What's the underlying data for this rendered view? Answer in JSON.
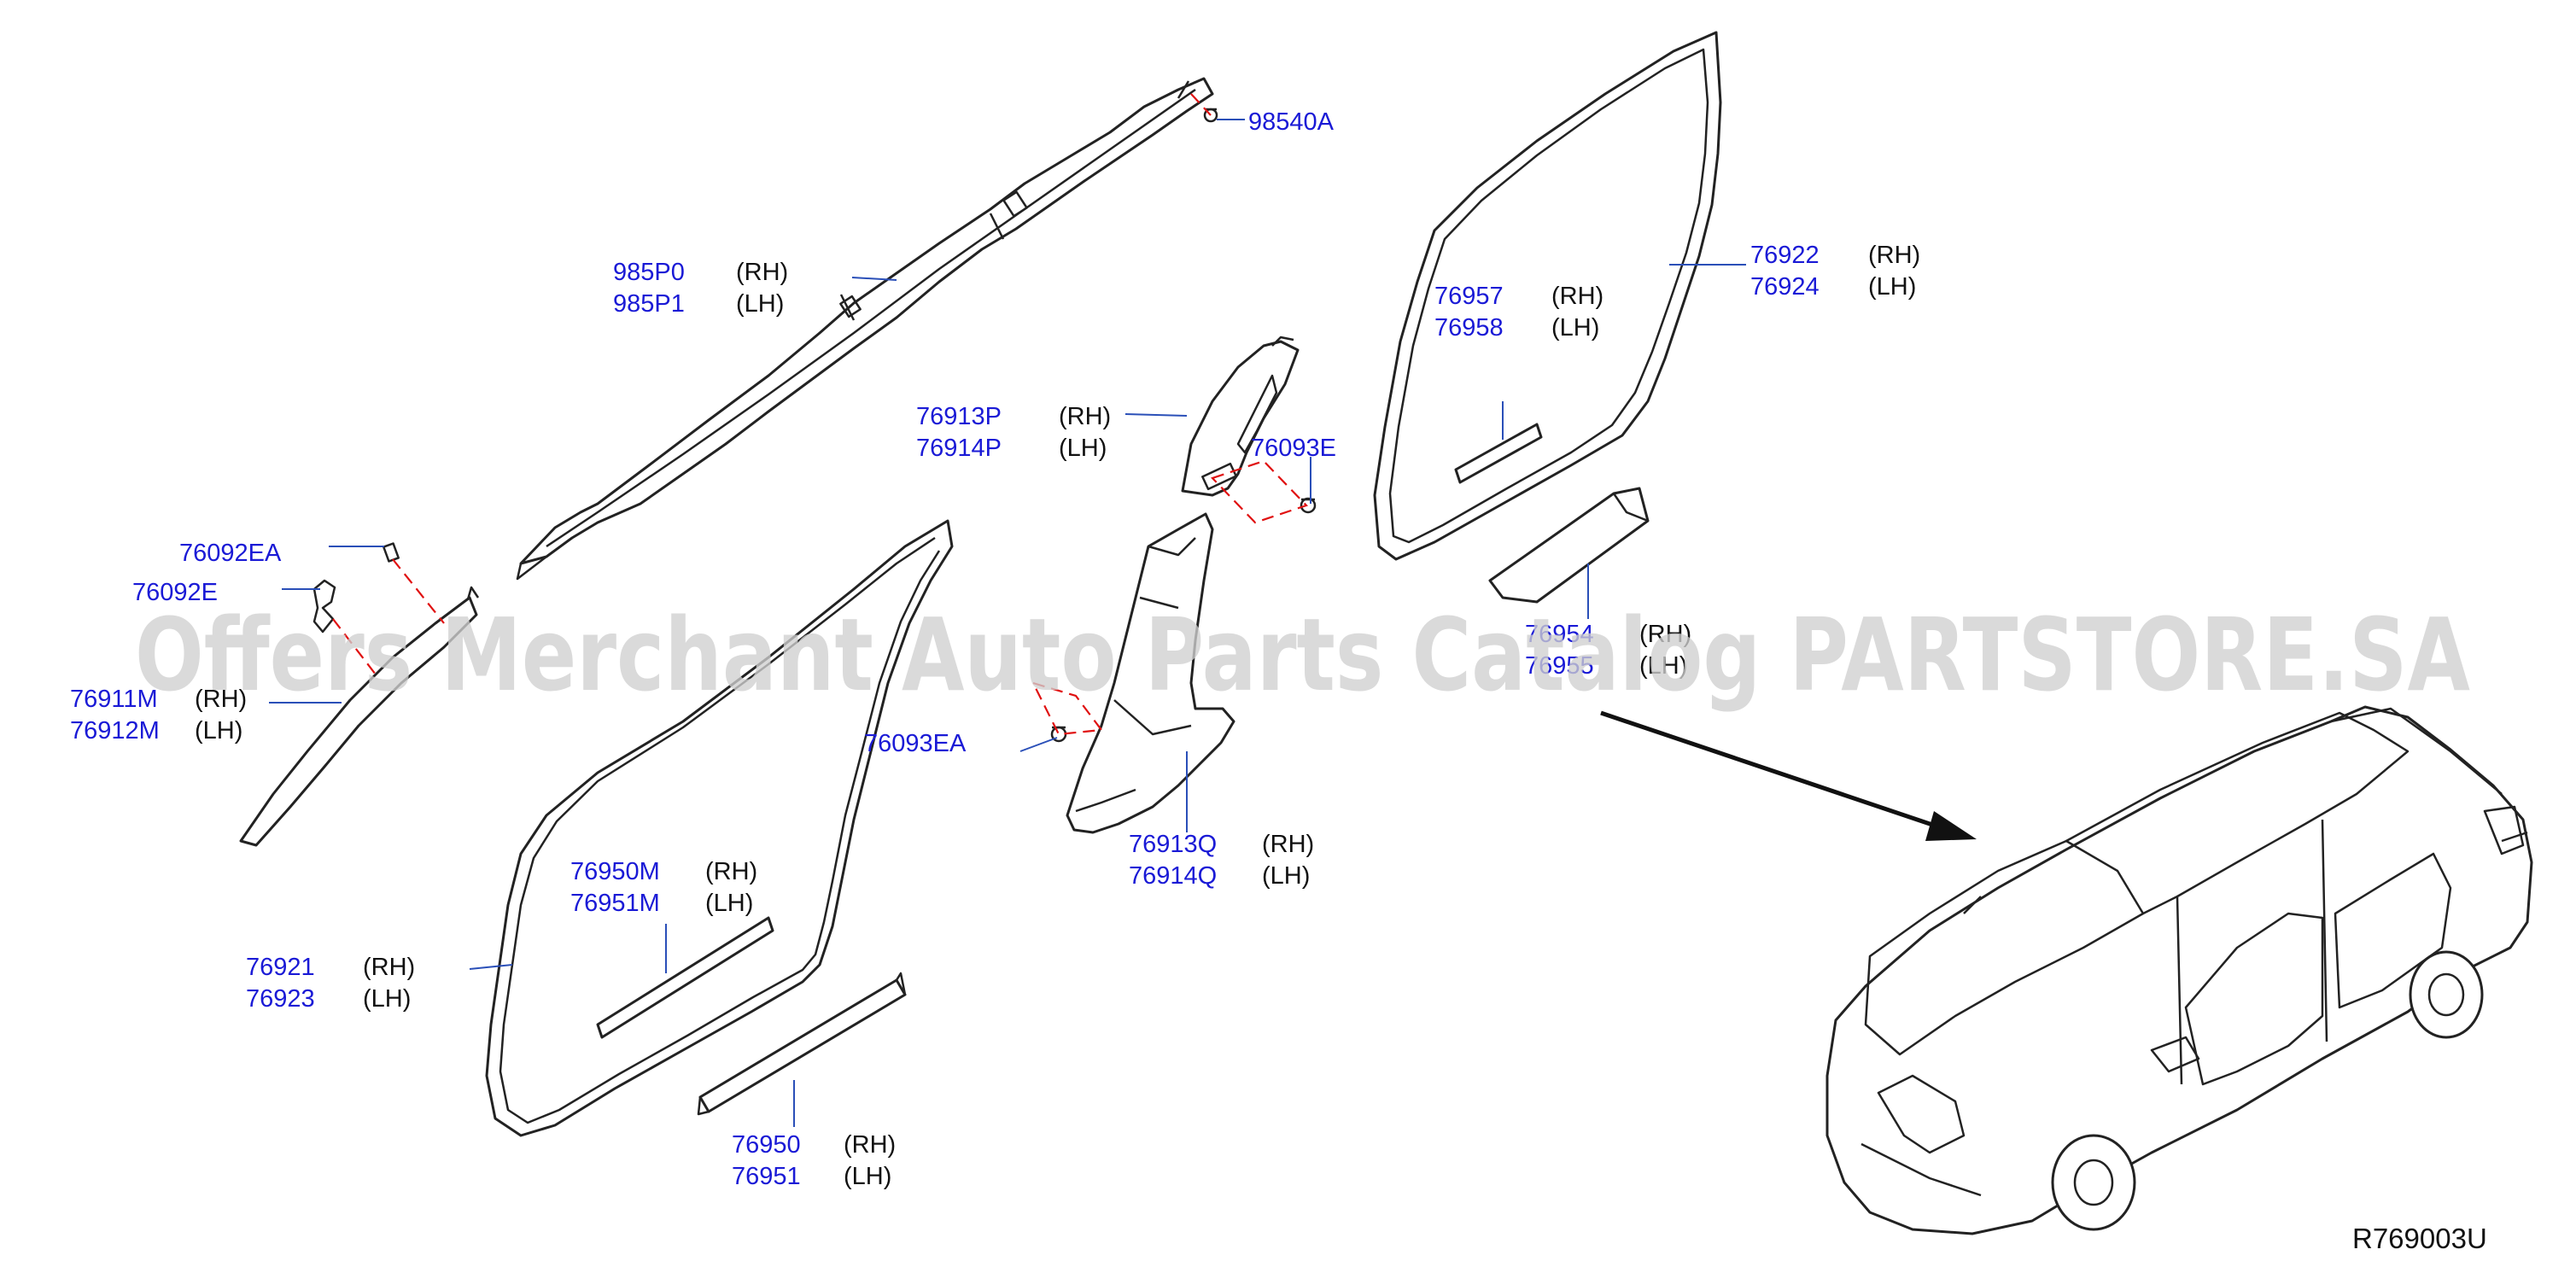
{
  "diagram": {
    "reference_code": "R769003U",
    "watermark": "Offers Merchant Auto Parts Catalog PARTSTORE.SA",
    "callouts": [
      {
        "id": "98540A",
        "numbers": [
          "98540A"
        ],
        "sides": []
      },
      {
        "id": "985P0",
        "numbers": [
          "985P0",
          "985P1"
        ],
        "sides": [
          "(RH)",
          "(LH)"
        ]
      },
      {
        "id": "76922",
        "numbers": [
          "76922",
          "76924"
        ],
        "sides": [
          "(RH)",
          "(LH)"
        ]
      },
      {
        "id": "76957",
        "numbers": [
          "76957",
          "76958"
        ],
        "sides": [
          "(RH)",
          "(LH)"
        ]
      },
      {
        "id": "76913P",
        "numbers": [
          "76913P",
          "76914P"
        ],
        "sides": [
          "(RH)",
          "(LH)"
        ]
      },
      {
        "id": "76093E",
        "numbers": [
          "76093E"
        ],
        "sides": []
      },
      {
        "id": "76092EA",
        "numbers": [
          "76092EA"
        ],
        "sides": []
      },
      {
        "id": "76092E",
        "numbers": [
          "76092E"
        ],
        "sides": []
      },
      {
        "id": "76911M",
        "numbers": [
          "76911M",
          "76912M"
        ],
        "sides": [
          "(RH)",
          "(LH)"
        ]
      },
      {
        "id": "76954",
        "numbers": [
          "76954",
          "76955"
        ],
        "sides": [
          "(RH)",
          "(LH)"
        ]
      },
      {
        "id": "76093EA",
        "numbers": [
          "76093EA"
        ],
        "sides": []
      },
      {
        "id": "76913Q",
        "numbers": [
          "76913Q",
          "76914Q"
        ],
        "sides": [
          "(RH)",
          "(LH)"
        ]
      },
      {
        "id": "76950M",
        "numbers": [
          "76950M",
          "76951M"
        ],
        "sides": [
          "(RH)",
          "(LH)"
        ]
      },
      {
        "id": "76921",
        "numbers": [
          "76921",
          "76923"
        ],
        "sides": [
          "(RH)",
          "(LH)"
        ]
      },
      {
        "id": "76950",
        "numbers": [
          "76950",
          "76951"
        ],
        "sides": [
          "(RH)",
          "(LH)"
        ]
      }
    ]
  }
}
